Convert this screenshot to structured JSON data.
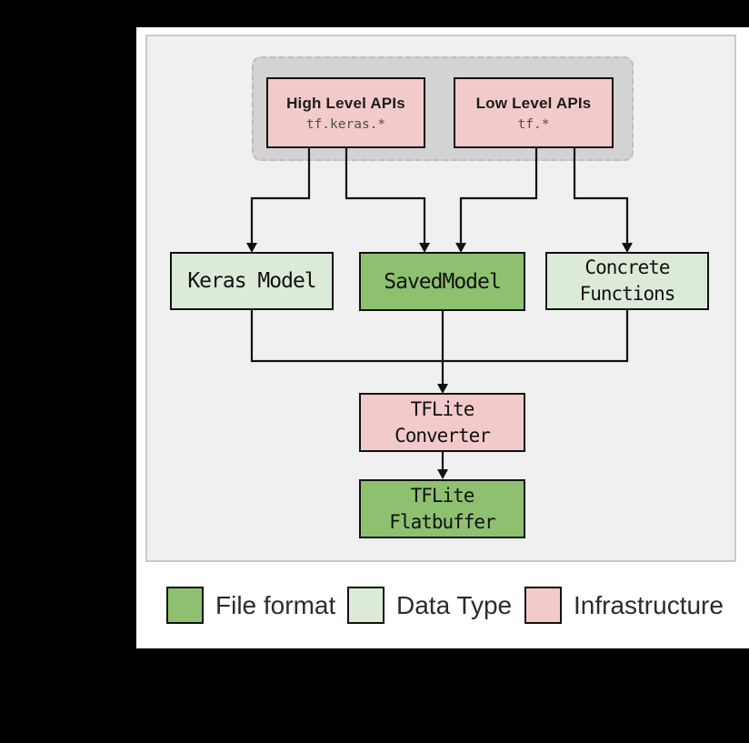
{
  "colors": {
    "background": "#000000",
    "card": "#ffffff",
    "panel_bg": "#f0f0f0",
    "panel_border": "#c9c9c9",
    "group_fill": "#d3d3d3",
    "group_border": "#bdbdbd",
    "infrastructure_fill": "#f3caca",
    "data_type_fill": "#dcead8",
    "file_format_fill": "#8dc16f",
    "edge_line": "#111111"
  },
  "apis_group": {
    "high_level": {
      "title": "High Level APIs",
      "code": "tf.keras.*",
      "type": "infrastructure"
    },
    "low_level": {
      "title": "Low Level APIs",
      "code": "tf.*",
      "type": "infrastructure"
    }
  },
  "nodes": {
    "keras_model": {
      "label": "Keras Model",
      "type": "data_type"
    },
    "saved_model": {
      "label": "SavedModel",
      "type": "file_format"
    },
    "concrete_functions": {
      "line1": "Concrete",
      "line2": "Functions",
      "type": "data_type"
    },
    "tflite_converter": {
      "line1": "TFLite",
      "line2": "Converter",
      "type": "infrastructure"
    },
    "tflite_flatbuffer": {
      "line1": "TFLite",
      "line2": "Flatbuffer",
      "type": "file_format"
    }
  },
  "edges": [
    {
      "from": "high_level_apis",
      "to": "keras_model"
    },
    {
      "from": "high_level_apis",
      "to": "saved_model"
    },
    {
      "from": "low_level_apis",
      "to": "saved_model"
    },
    {
      "from": "low_level_apis",
      "to": "concrete_functions"
    },
    {
      "from": "keras_model",
      "to": "tflite_converter"
    },
    {
      "from": "saved_model",
      "to": "tflite_converter"
    },
    {
      "from": "concrete_functions",
      "to": "tflite_converter"
    },
    {
      "from": "tflite_converter",
      "to": "tflite_flatbuffer"
    }
  ],
  "legend": {
    "items": [
      {
        "label": "File format",
        "color": "#8dc16f"
      },
      {
        "label": "Data Type",
        "color": "#dcead8"
      },
      {
        "label": "Infrastructure",
        "color": "#f3caca"
      }
    ]
  }
}
